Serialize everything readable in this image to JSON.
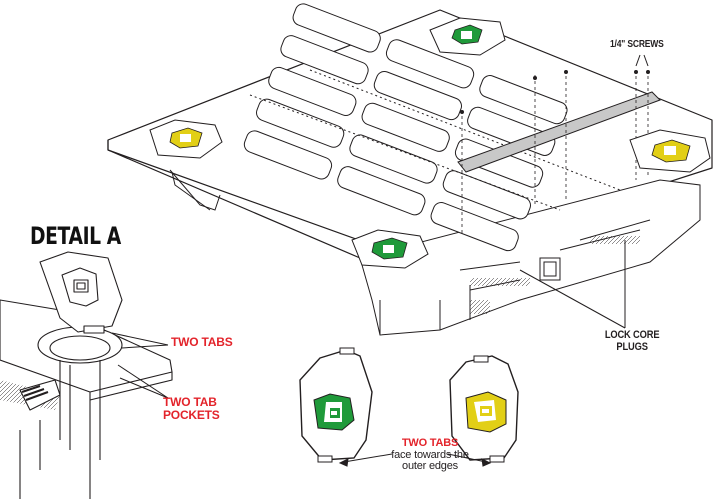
{
  "labels": {
    "detail_a": "DETAIL A",
    "screws": "1/4\" SCREWS",
    "lock_core_line1": "LOCK CORE",
    "lock_core_line2": "PLUGS",
    "two_tabs_detail": "TWO TABS",
    "two_tab_pockets_line1": "TWO TAB",
    "two_tab_pockets_line2": "POCKETS",
    "two_tabs_bottom": "TWO TABS",
    "face_towards_line1": "face towards the",
    "face_towards_line2": "outer edges"
  },
  "colors": {
    "accent_red": "#e3242b",
    "lid_green": "#1f9a3a",
    "lid_yellow": "#e2cf16",
    "line": "#231f20",
    "screw_bar": "#c8c8c8"
  },
  "icons": {
    "green_lid_icon": "lock-core-green-lid",
    "yellow_lid_icon": "lock-core-yellow-lid"
  }
}
